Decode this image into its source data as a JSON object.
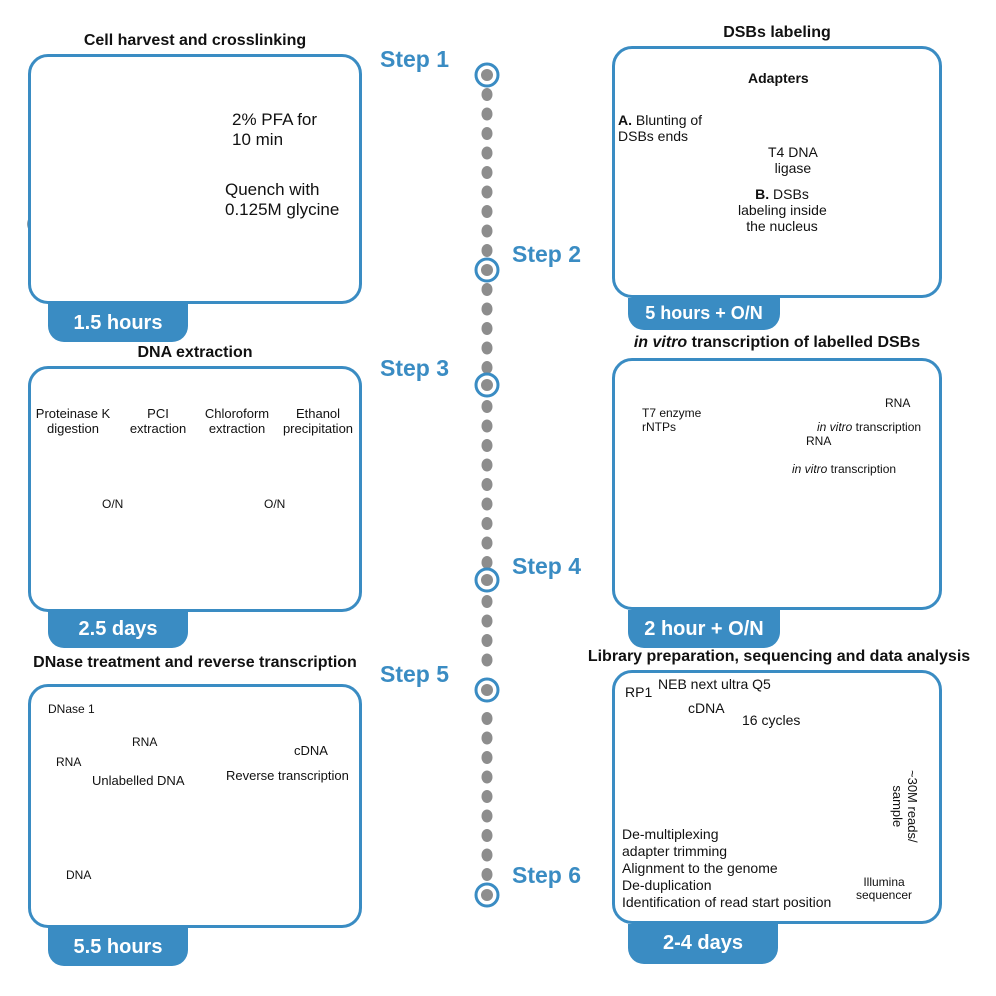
{
  "steps": [
    "Step 1",
    "Step 2",
    "Step 3",
    "Step 4",
    "Step 5",
    "Step 6"
  ],
  "panels": {
    "p1": {
      "title": "Cell harvest and crosslinking",
      "duration": "1.5 hours",
      "labels": {
        "pfa_line1": "2% PFA for",
        "pfa_line2": "10 min",
        "quench_line1": "Quench with",
        "quench_line2": "0.125M glycine"
      }
    },
    "p2": {
      "title": "DSBs labeling",
      "duration": "5 hours + O/N",
      "labels": {
        "adapters": "Adapters",
        "a_prefix": "A.",
        "a_line1": "Blunting of",
        "a_line2": "DSBs ends",
        "ligase_line1": "T4 DNA",
        "ligase_line2": "ligase",
        "b_prefix": "B.",
        "b_line1": "DSBs",
        "b_line2": "labeling inside",
        "b_line3": "the nucleus"
      }
    },
    "p3": {
      "title": "DNA extraction",
      "duration": "2.5 days",
      "labels": {
        "prot_line1": "Proteinase K",
        "prot_line2": "digestion",
        "pci_line1": "PCI",
        "pci_line2": "extraction",
        "chl_line1": "Chloroform",
        "chl_line2": "extraction",
        "eth_line1": "Ethanol",
        "eth_line2": "precipitation",
        "on1": "O/N",
        "on2": "O/N"
      }
    },
    "p4": {
      "title_italic": "in vitro",
      "title_rest": " transcription of labelled DSBs",
      "duration": "2 hour + O/N",
      "labels": {
        "t7_line1": "T7 enzyme",
        "t7_line2": "rNTPs",
        "rna1": "RNA",
        "ivt1_italic": "in vitro",
        "ivt1_rest": " transcription",
        "rna2": "RNA",
        "ivt2_italic": "in vitro",
        "ivt2_rest": " transcription"
      }
    },
    "p5": {
      "title": "DNase treatment and reverse transcription",
      "duration": "5.5 hours",
      "labels": {
        "dnase": "DNase 1",
        "rna_top": "RNA",
        "rna_left": "RNA",
        "unlabelled": "Unlabelled DNA",
        "dna": "DNA",
        "cdna": "cDNA",
        "rt_line1": "Reverse",
        "rt_line2": "transcription"
      }
    },
    "p6": {
      "title": "Library preparation, sequencing and data analysis",
      "duration": "2-4 days",
      "labels": {
        "rp1": "RP1",
        "neb": "NEB next ultra Q5",
        "cdna": "cDNA",
        "cycles": "16 cycles",
        "reads_line1": "~30M reads/",
        "reads_line2": "sample",
        "illumina_line1": "Illumina",
        "illumina_line2": "sequencer",
        "analysis": [
          "De-multiplexing",
          "adapter trimming",
          "Alignment to the genome",
          "De-duplication",
          "Identification of read start position"
        ]
      }
    }
  }
}
